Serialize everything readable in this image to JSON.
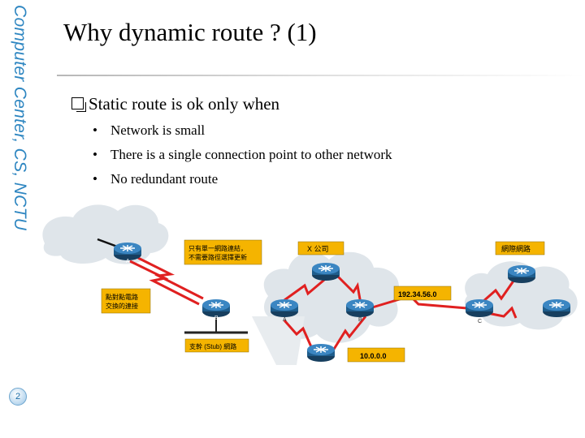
{
  "sidebar": {
    "text": "Computer Center, CS, NCTU"
  },
  "slide": {
    "page_number": "2",
    "title": "Why dynamic route ? (1)",
    "bullet_main": "Static route is ok only when",
    "sub_bullets": [
      "Network is small",
      "There is a single connection point to other network",
      "No redundant route"
    ]
  },
  "diagram": {
    "labels": {
      "single_link": "只有單一網路連結，\n不需要路徑選擇更新",
      "p2p": "點對點電路\n交換的連接",
      "stub": "支幹 (Stub) 網路",
      "company_x": "X 公司",
      "internet": "網際網路",
      "ip_link": "192.34.56.0",
      "ip_net": "10.0.0.0"
    },
    "router_letters": {
      "a": "A",
      "b": "B",
      "a2": "A",
      "b2": "B",
      "c": "C"
    },
    "colors": {
      "label_fill": "#f5b400",
      "link": "#e02020",
      "router": "#1f5d8c",
      "cloud": "#dce3e8"
    }
  }
}
